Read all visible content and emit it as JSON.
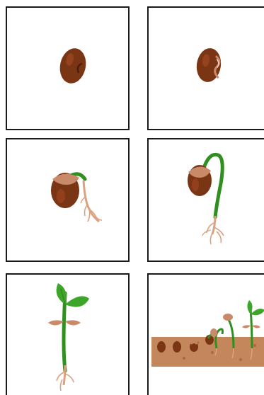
{
  "panels": [
    {
      "stage": "seed",
      "icon": "bean-seed-icon"
    },
    {
      "stage": "seed-coat-splitting",
      "icon": "splitting-seed-icon"
    },
    {
      "stage": "root-emerging",
      "icon": "germinating-seed-icon"
    },
    {
      "stage": "shoot-hook",
      "icon": "hooked-sprout-icon"
    },
    {
      "stage": "seedling-with-leaves",
      "icon": "seedling-icon"
    },
    {
      "stage": "growth-sequence-in-soil",
      "icon": "soil-growth-sequence-icon"
    }
  ],
  "colors": {
    "seed": "#7a3514",
    "seed_dark": "#4e1f08",
    "seed_highlight": "#b0532a",
    "seed_coat": "#c98a6a",
    "root": "#d9a383",
    "stem": "#2f8f1f",
    "leaf": "#3da62a",
    "leaf_dark": "#2a7f1b",
    "soil": "#c4875c",
    "border": "#1a1a1a"
  }
}
